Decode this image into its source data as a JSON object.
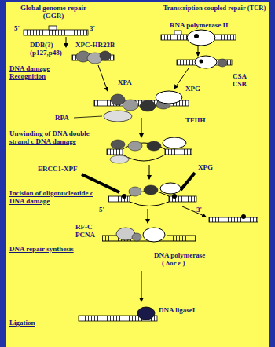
{
  "diagram": {
    "labels": [
      "Global genome repair (GGR)",
      "Transcription coupled repair (TCR)",
      "5'",
      "3'",
      "RNA polymerase II",
      "DDB(?)",
      "(p127,p48)",
      "XPC-HR23B",
      "DNA damage Recognition",
      "XPA",
      "CSA",
      "CSB",
      "XPG",
      "RPA",
      "TFIIH",
      "Unwinding of DNA double strand c DNA damage",
      "ERCC1-XPF",
      "XPG",
      "Incision of oligonucleotide c DNA damage",
      "5'",
      "3'",
      "RF-C",
      "PCNA",
      "DNA repair synthesis",
      "DNA polymerase",
      "( δor ε )",
      "DNA ligaseI",
      "Ligation"
    ]
  }
}
